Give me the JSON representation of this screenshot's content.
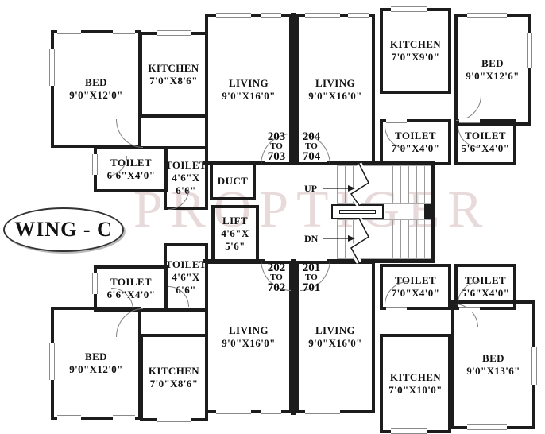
{
  "title": "WING - C",
  "watermark": "PROPTIGER",
  "rooms": {
    "bed_tl": {
      "label": "BED",
      "dims": "9'0\"X12'0\""
    },
    "kitchen_tl": {
      "label": "KITCHEN",
      "dims": "7'0\"X8'6\""
    },
    "living_tl": {
      "label": "LIVING",
      "dims": "9'0\"X16'0\""
    },
    "living_tr": {
      "label": "LIVING",
      "dims": "9'0\"X16'0\""
    },
    "kitchen_tr": {
      "label": "KITCHEN",
      "dims": "7'0\"X9'0\""
    },
    "bed_tr": {
      "label": "BED",
      "dims": "9'0\"X12'6\""
    },
    "toilet_tl1": {
      "label": "TOILET",
      "dims": "6'6\"X4'0\""
    },
    "toilet_tl2": {
      "label": "TOILET",
      "dims": "4'6\"X\n6'6\""
    },
    "duct": {
      "label": "DUCT"
    },
    "lift": {
      "label": "LIFT",
      "dims": "4'6\"X\n5'6\""
    },
    "toilet_tr1": {
      "label": "TOILET",
      "dims": "7'0\"X4'0\""
    },
    "toilet_tr2": {
      "label": "TOILET",
      "dims": "5'6\"X4'0\""
    },
    "toilet_bl1": {
      "label": "TOILET",
      "dims": "6'6\"X4'0\""
    },
    "toilet_bl2": {
      "label": "TOILET",
      "dims": "4'6\"X\n6'6\""
    },
    "toilet_br1": {
      "label": "TOILET",
      "dims": "7'0\"X4'0\""
    },
    "toilet_br2": {
      "label": "TOILET",
      "dims": "5'6\"X4'0\""
    },
    "living_bl": {
      "label": "LIVING",
      "dims": "9'0\"X16'0\""
    },
    "living_br": {
      "label": "LIVING",
      "dims": "9'0\"X16'0\""
    },
    "bed_bl": {
      "label": "BED",
      "dims": "9'0\"X12'0\""
    },
    "kitchen_bl": {
      "label": "KITCHEN",
      "dims": "7'0\"X8'6\""
    },
    "kitchen_br": {
      "label": "KITCHEN",
      "dims": "7'0\"X10'0\""
    },
    "bed_br": {
      "label": "BED",
      "dims": "9'0\"X13'6\""
    }
  },
  "units": {
    "u203": {
      "l1": "203",
      "l2": "TO",
      "l3": "703"
    },
    "u204": {
      "l1": "204",
      "l2": "TO",
      "l3": "704"
    },
    "u202": {
      "l1": "202",
      "l2": "TO",
      "l3": "702"
    },
    "u201": {
      "l1": "201",
      "l2": "TO",
      "l3": "701"
    }
  },
  "stairs": {
    "up": "UP",
    "dn": "DN"
  },
  "colors": {
    "wall": "#1c1c1c",
    "thin_line": "#808080",
    "watermark": "#d2b6b6",
    "background": "#ffffff"
  }
}
